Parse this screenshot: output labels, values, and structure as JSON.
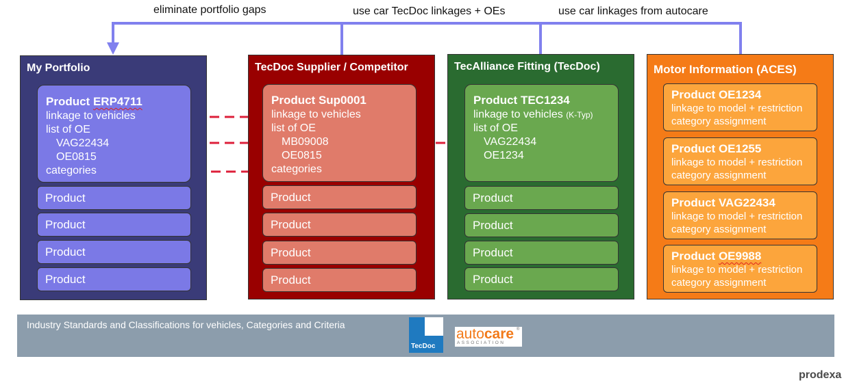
{
  "top_labels": {
    "eliminate": "eliminate portfolio gaps",
    "tecdoc": "use car TecDoc linkages + OEs",
    "autocare": "use car linkages from autocare"
  },
  "colors": {
    "portfolio_bg": "#3a3b78",
    "portfolio_card": "#7b79e6",
    "supplier_bg": "#990000",
    "supplier_card": "#e07b6a",
    "fitting_bg": "#2a6b30",
    "fitting_card": "#6aa84f",
    "aces_bg": "#f57b17",
    "aces_card": "#fca53c",
    "arrow_purple": "#8080ee",
    "arrow_red": "#dd1f3a",
    "footer_bg": "#8c9dac"
  },
  "portfolio": {
    "title": "My Portfolio",
    "main": {
      "name_prefix": "Product ",
      "name_code": "ERP4711",
      "lines": [
        "linkage to vehicles",
        "list of OE"
      ],
      "oe": [
        "VAG22434",
        "OE0815"
      ],
      "last": "categories"
    },
    "products": [
      "Product",
      "Product",
      "Product",
      "Product"
    ]
  },
  "supplier": {
    "title": "TecDoc Supplier / Competitor",
    "main": {
      "name": "Product Sup0001",
      "lines": [
        "linkage to vehicles",
        "list of OE"
      ],
      "oe": [
        "MB09008",
        "OE0815"
      ],
      "last": "categories"
    },
    "products": [
      "Product",
      "Product",
      "Product",
      "Product"
    ]
  },
  "fitting": {
    "title": "TecAlliance Fitting (TecDoc)",
    "main": {
      "name": "Product TEC1234",
      "linkage": "linkage to vehicles ",
      "linkage_small": "(K-Typ)",
      "list": "list of OE",
      "oe": [
        "VAG22434",
        "OE1234"
      ]
    },
    "products": [
      "Product",
      "Product",
      "Product",
      "Product"
    ]
  },
  "aces": {
    "title": "Motor Information (ACES)",
    "cards": [
      {
        "name_prefix": "Product ",
        "name_code": "OE1234",
        "line1": "linkage to model + restriction",
        "line2": "category assignment"
      },
      {
        "name_prefix": "Product ",
        "name_code": "OE1255",
        "line1": "linkage to model + restriction",
        "line2": "category assignment"
      },
      {
        "name_prefix": "Product ",
        "name_code": "VAG22434",
        "line1": "linkage to model + restriction",
        "line2": "category assignment"
      },
      {
        "name_prefix": "Product ",
        "name_code": "OE9988",
        "line1": "linkage to model + restriction",
        "line2": "category assignment"
      }
    ]
  },
  "footer": {
    "text": "Industry Standards and Classifications for vehicles, Categories and Criteria",
    "tecdoc_logo": "TecDoc",
    "autocare_logo_auto": "auto",
    "autocare_logo_care": "care",
    "autocare_reg": "®",
    "autocare_assoc": "ASSOCIATION"
  },
  "brand": "prodexa"
}
